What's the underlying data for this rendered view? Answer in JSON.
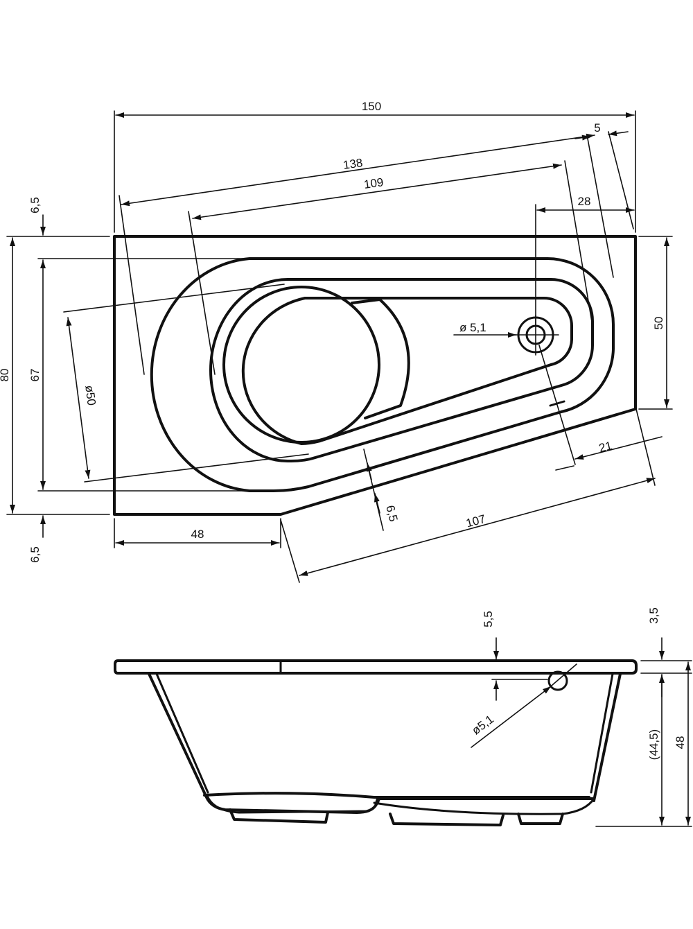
{
  "title": "",
  "top_view": {
    "dimensions": {
      "overall_length": "150",
      "inner_length": "138",
      "basin_length": "109",
      "rim_offset": "5",
      "drain_from_edge": "28",
      "short_side": "50",
      "overall_width": "80",
      "inner_width": "67",
      "top_margin": "6,5",
      "bottom_margin": "6,5",
      "basin_diameter": "ø50",
      "drain_diameter": "ø 5,1",
      "slant_rim_offset": "21",
      "slant_margin": "6,5",
      "slant_length": "107",
      "straight_bottom": "48"
    }
  },
  "side_view": {
    "dimensions": {
      "rim_thickness": "3,5",
      "overflow_depth": "5,5",
      "overflow_diameter": "ø5,1",
      "inner_depth": "(44,5)",
      "overall_height": "48"
    }
  }
}
